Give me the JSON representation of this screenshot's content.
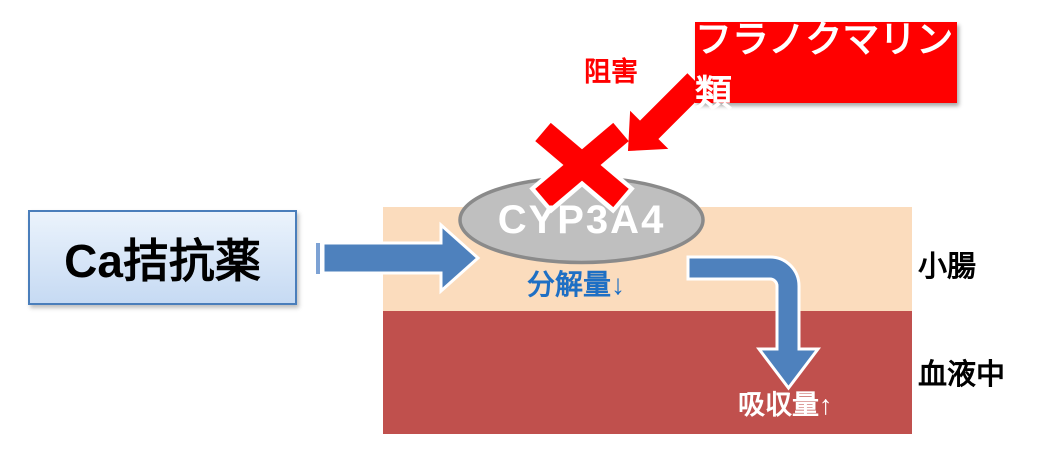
{
  "labels": {
    "ca_antagonist": "Ca拮抗薬",
    "furanocoumarins": "フラノクマリン類",
    "inhibition": "阻害",
    "enzyme": "CYP3A4",
    "decomposition": "分解量↓",
    "absorption": "吸収量↑",
    "small_intestine": "小腸",
    "blood": "血液中"
  },
  "colors": {
    "accent-red": "#FF0000",
    "band-intestine": "#FBDCBD",
    "band-blood": "#C0504D",
    "arrow-blue": "#4E81BD",
    "arrow-tail-blue": "#7DA2D4",
    "enzyme-fill": "#BFBFBF",
    "enzyme-border": "#8A8A8A",
    "decomposition-text": "#1E6FC4",
    "ca-box-border": "#4A7EBB",
    "ca-box-top": "#EBF3FC",
    "ca-box-bottom": "#C6DAF3"
  }
}
